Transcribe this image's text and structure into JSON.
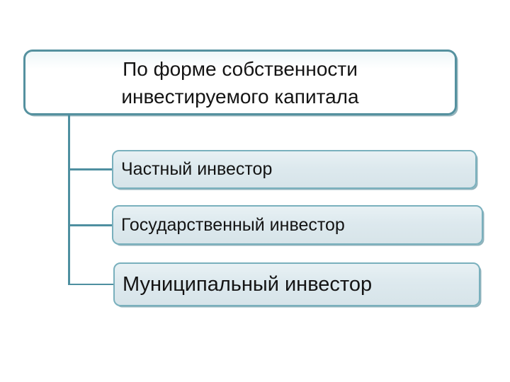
{
  "diagram": {
    "type": "hierarchy",
    "root": {
      "label_line1": "По форме собственности",
      "label_line2": "инвестируемого капитала"
    },
    "children": [
      {
        "label": "Частный инвестор"
      },
      {
        "label": "Государственный инвестор"
      },
      {
        "label": "Муниципальный инвестор"
      }
    ]
  },
  "colors": {
    "background": "#ffffff",
    "connector": "#4e8fa0",
    "root_border": "#55919f",
    "root_fill": "#ffffff",
    "child_border": "#79b0bd",
    "child_fill_top": "#e8f1f4",
    "child_fill_bottom": "#d7e4e9",
    "corner_accent": "#3e7685",
    "text": "#141414"
  }
}
